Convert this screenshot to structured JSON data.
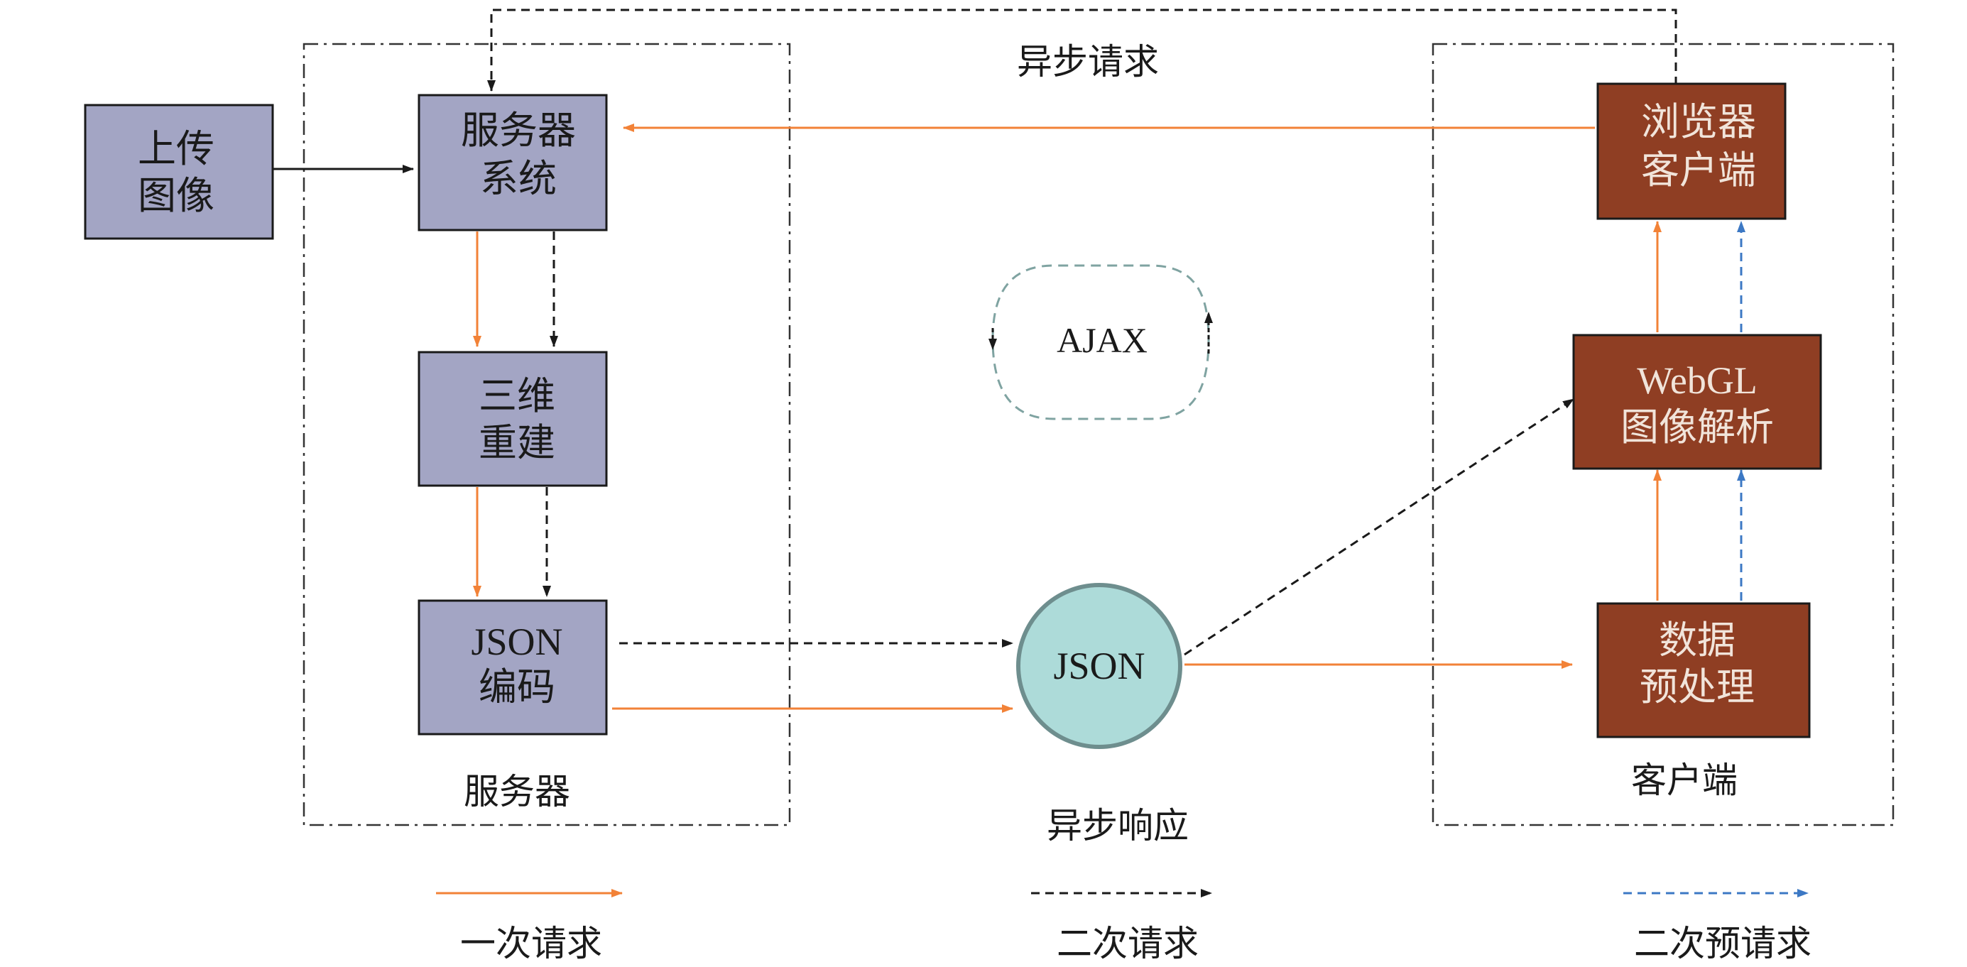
{
  "colors": {
    "server_box_fill": "#A3A5C4",
    "client_box_fill": "#8F3E23",
    "json_circle_fill": "#ADDBD9",
    "json_circle_stroke": "#6E8E8E",
    "first_request": "#F28237",
    "second_request": "#1A1A1A",
    "second_prerequest": "#3C78C4",
    "ajax_loop": "#7FA3A1",
    "group_border": "#333333"
  },
  "groups": {
    "server": "服务器",
    "client": "客户端"
  },
  "nodes": {
    "upload_image": [
      "上传",
      "图像"
    ],
    "server_system": [
      "服务器",
      "系统"
    ],
    "reconstruction_3d": [
      "三维",
      "重建"
    ],
    "json_encoding": [
      "JSON",
      "编码"
    ],
    "json_message": "JSON",
    "browser_client": [
      "浏览器",
      "客户端"
    ],
    "webgl_parsing": [
      "WebGL",
      "图像解析"
    ],
    "data_preprocessing": [
      "数据",
      "预处理"
    ]
  },
  "annotations": {
    "async_request": "异步请求",
    "async_response": "异步响应",
    "ajax": "AJAX"
  },
  "legend": [
    {
      "label": "一次请求",
      "style": "solid",
      "color_key": "first_request"
    },
    {
      "label": "二次请求",
      "style": "dashed",
      "color_key": "second_request"
    },
    {
      "label": "二次预请求",
      "style": "dashed",
      "color_key": "second_prerequest"
    }
  ]
}
